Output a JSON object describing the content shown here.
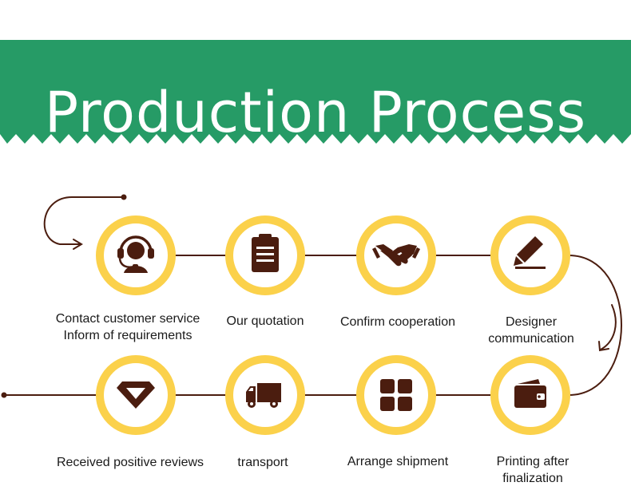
{
  "banner": {
    "title": "Production Process",
    "color": "#269b66"
  },
  "colors": {
    "ring": "#fbd14b",
    "icon": "#4b1d0f",
    "line": "#4b1d0f"
  },
  "steps": [
    {
      "lines": [
        "Contact customer service",
        "Inform of requirements"
      ],
      "icon": "headset-icon"
    },
    {
      "lines": [
        "Our quotation"
      ],
      "icon": "clipboard-icon"
    },
    {
      "lines": [
        "Confirm cooperation"
      ],
      "icon": "handshake-icon"
    },
    {
      "lines": [
        "Designer",
        "communication"
      ],
      "icon": "pencil-icon"
    },
    {
      "lines": [
        "Printing after",
        "finalization"
      ],
      "icon": "wallet-icon"
    },
    {
      "lines": [
        "Arrange shipment"
      ],
      "icon": "boxes-icon"
    },
    {
      "lines": [
        "transport"
      ],
      "icon": "truck-icon"
    },
    {
      "lines": [
        "Received positive reviews"
      ],
      "icon": "diamond-icon"
    }
  ]
}
